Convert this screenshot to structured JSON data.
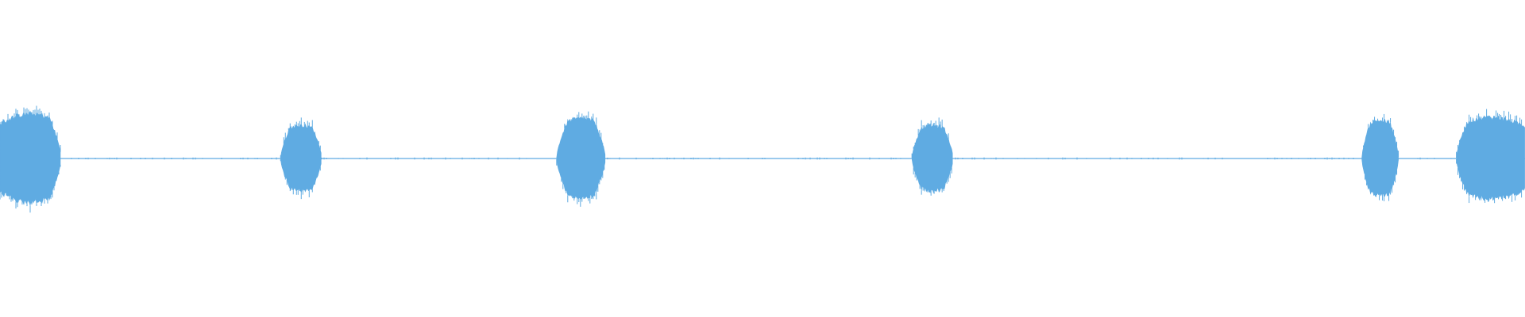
{
  "waveform": {
    "color": "#5fabe2",
    "background": "#ffffff",
    "segments": [
      {
        "start": 0.0,
        "end": 0.04,
        "peak": 0.65
      },
      {
        "start": 0.184,
        "end": 0.211,
        "peak": 0.48
      },
      {
        "start": 0.365,
        "end": 0.397,
        "peak": 0.58
      },
      {
        "start": 0.598,
        "end": 0.625,
        "peak": 0.48
      },
      {
        "start": 0.893,
        "end": 0.917,
        "peak": 0.55
      },
      {
        "start": 0.955,
        "end": 1.0,
        "peak": 0.6
      }
    ],
    "baseline_noise": 0.012
  }
}
